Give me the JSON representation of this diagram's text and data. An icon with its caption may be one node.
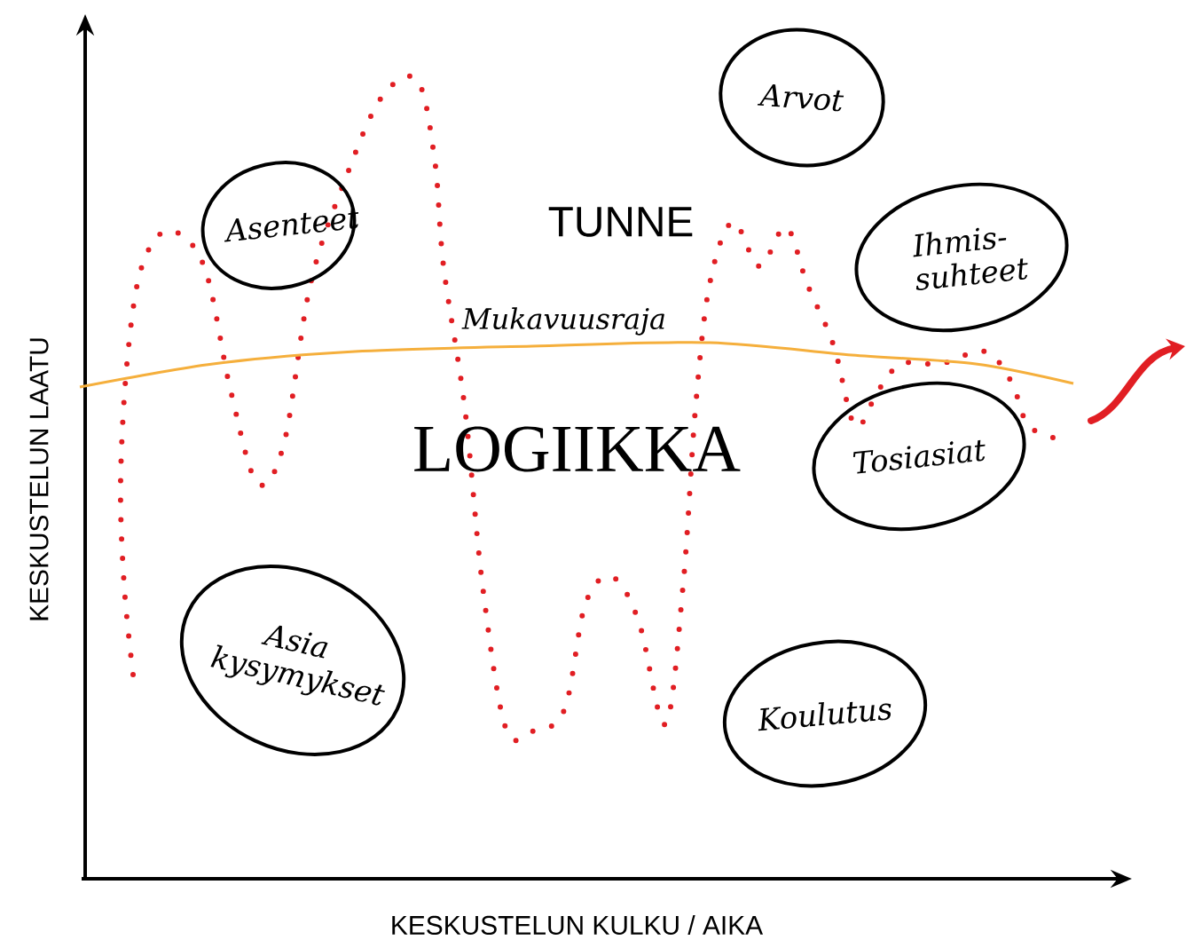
{
  "diagram": {
    "nodes": [
      {
        "text": [
          "Arvot"
        ]
      },
      {
        "text": [
          "Asenteet"
        ]
      },
      {
        "text": [
          "Ihmis-suhteet"
        ]
      },
      {
        "text": [
          "Tosiasiat"
        ]
      },
      {
        "text": [
          "Asia kysymykset"
        ]
      },
      {
        "text": [
          "Koulutus"
        ]
      }
    ],
    "labels": [
      "TUNNE",
      "Mukavuusraja",
      "LOGIIKKA",
      "KESKUSTELUN LAATU",
      "KESKUSTELUN KULKU / AIKA"
    ]
  }
}
